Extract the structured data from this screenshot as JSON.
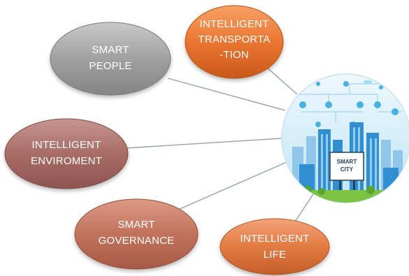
{
  "hub": {
    "icon": "smart-city-illustration",
    "sign_lines": [
      "SMART",
      "CITY"
    ]
  },
  "nodes": [
    {
      "id": "intelligent-transportation",
      "lines": [
        "INTELLIGENT",
        "TRANSPORTA",
        "-TION"
      ],
      "color": "#e8732c"
    },
    {
      "id": "smart-people",
      "lines": [
        "SMART",
        "PEOPLE"
      ],
      "color": "#9e9e9e"
    },
    {
      "id": "intelligent-environment",
      "lines": [
        "INTELLIGENT",
        "ENVIROMENT"
      ],
      "color": "#a86a64"
    },
    {
      "id": "smart-governance",
      "lines": [
        "SMART",
        "GOVERNANCE"
      ],
      "color": "#c0705a"
    },
    {
      "id": "intelligent-life",
      "lines": [
        "INTELLIGENT",
        "LIFE"
      ],
      "color": "#e0773e"
    }
  ],
  "colors": {
    "connector": "#9aa0a6",
    "sky": "#dff1fb",
    "buildings": "#2f8fd0",
    "grass": "#7cc243"
  }
}
